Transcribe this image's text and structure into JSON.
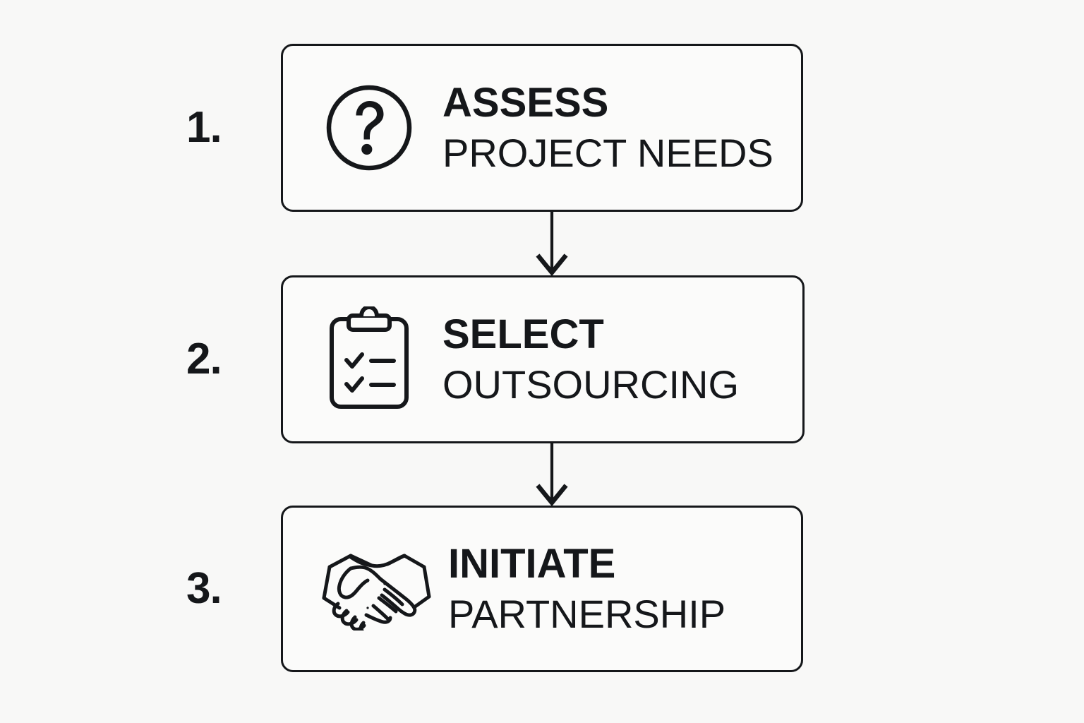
{
  "diagram": {
    "background_color": "#f8f8f7",
    "line_color": "#15171a",
    "type": "vertical-flowchart",
    "steps": [
      {
        "number": "1.",
        "icon": "question-mark-circle-icon",
        "title": "ASSESS",
        "subtitle": "PROJECT NEEDS"
      },
      {
        "number": "2.",
        "icon": "clipboard-checklist-icon",
        "title": "SELECT",
        "subtitle": "OUTSOURCING"
      },
      {
        "number": "3.",
        "icon": "handshake-icon",
        "title": "INITIATE",
        "subtitle": "PARTNERSHIP"
      }
    ],
    "connectors": [
      {
        "name": "arrow-step1-to-step2",
        "direction": "down"
      },
      {
        "name": "arrow-step2-to-step3",
        "direction": "down"
      }
    ]
  }
}
